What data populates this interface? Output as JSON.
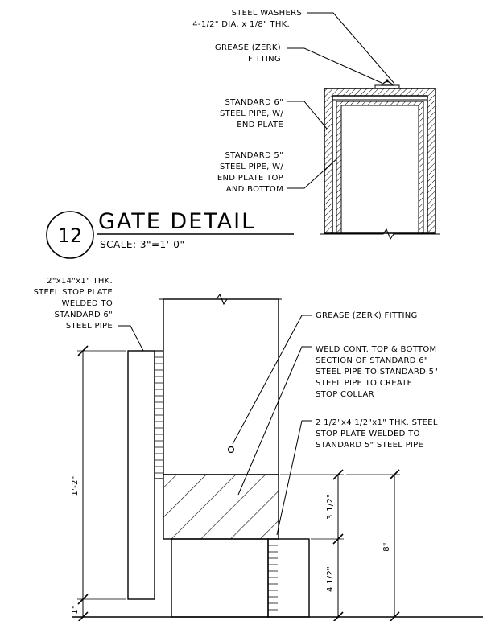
{
  "upper_detail": {
    "notes": {
      "washers": [
        "STEEL WASHERS",
        "4-1/2\" DIA. x 1/8\" THK."
      ],
      "grease": [
        "GREASE (ZERK)",
        "FITTING"
      ],
      "pipe6": [
        "STANDARD 6\"",
        "STEEL PIPE, W/",
        "END PLATE"
      ],
      "pipe5": [
        "STANDARD 5\"",
        "STEEL PIPE, W/",
        "END PLATE TOP",
        "AND BOTTOM"
      ]
    }
  },
  "title_block": {
    "number": "12",
    "title": "GATE DETAIL",
    "scale": "SCALE: 3\"=1'-0\""
  },
  "lower_detail": {
    "notes": {
      "stop_plate_6": [
        "2\"x14\"x1\" THK.",
        "STEEL STOP PLATE",
        "WELDED TO",
        "STANDARD 6\"",
        "STEEL PIPE"
      ],
      "grease": [
        "GREASE (ZERK) FITTING"
      ],
      "weld": [
        "WELD CONT. TOP & BOTTOM",
        "SECTION OF STANDARD 6\"",
        "STEEL PIPE TO STANDARD 5\"",
        "STEEL PIPE TO CREATE",
        "STOP COLLAR"
      ],
      "stop_plate_5": [
        "2 1/2\"x4 1/2\"x1\" THK. STEEL",
        "STOP PLATE WELDED TO",
        "STANDARD 5\" STEEL PIPE"
      ]
    },
    "dimensions": {
      "height_left": "1'-2\"",
      "base_left": "1\"",
      "collar": "3 1/2\"",
      "lower_pipe": "4 1/2\"",
      "total_right": "8\""
    }
  }
}
